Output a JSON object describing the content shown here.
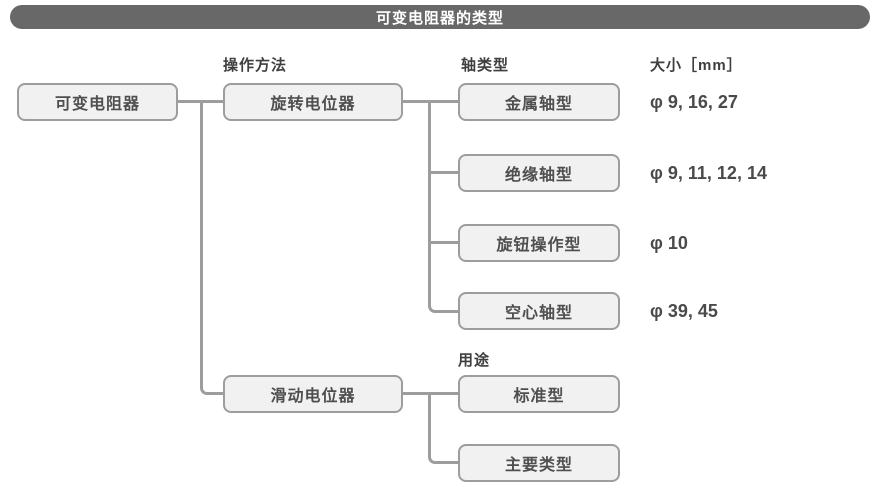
{
  "header": {
    "title": "可变电阻器的类型"
  },
  "labels": {
    "operation_method": "操作方法",
    "shaft_type": "轴类型",
    "size_mm": "大小［mm］",
    "purpose": "用途"
  },
  "tree": {
    "root": "可变电阻器",
    "branches": [
      {
        "label": "旋转电位器",
        "group_label": "轴类型",
        "children": [
          {
            "label": "金属轴型",
            "size": "φ 9, 16, 27"
          },
          {
            "label": "绝缘轴型",
            "size": "φ 9, 11, 12, 14"
          },
          {
            "label": "旋钮操作型",
            "size": "φ 10"
          },
          {
            "label": "空心轴型",
            "size": "φ 39, 45"
          }
        ]
      },
      {
        "label": "滑动电位器",
        "group_label": "用途",
        "children": [
          {
            "label": "标准型"
          },
          {
            "label": "主要类型"
          }
        ]
      }
    ]
  },
  "colors": {
    "header_bg": "#686868",
    "header_text": "#ffffff",
    "box_fill": "#f1f1f1",
    "box_border": "#9d9d9d",
    "connector": "#9d9d9d",
    "box_text": "#4f4f4f"
  }
}
